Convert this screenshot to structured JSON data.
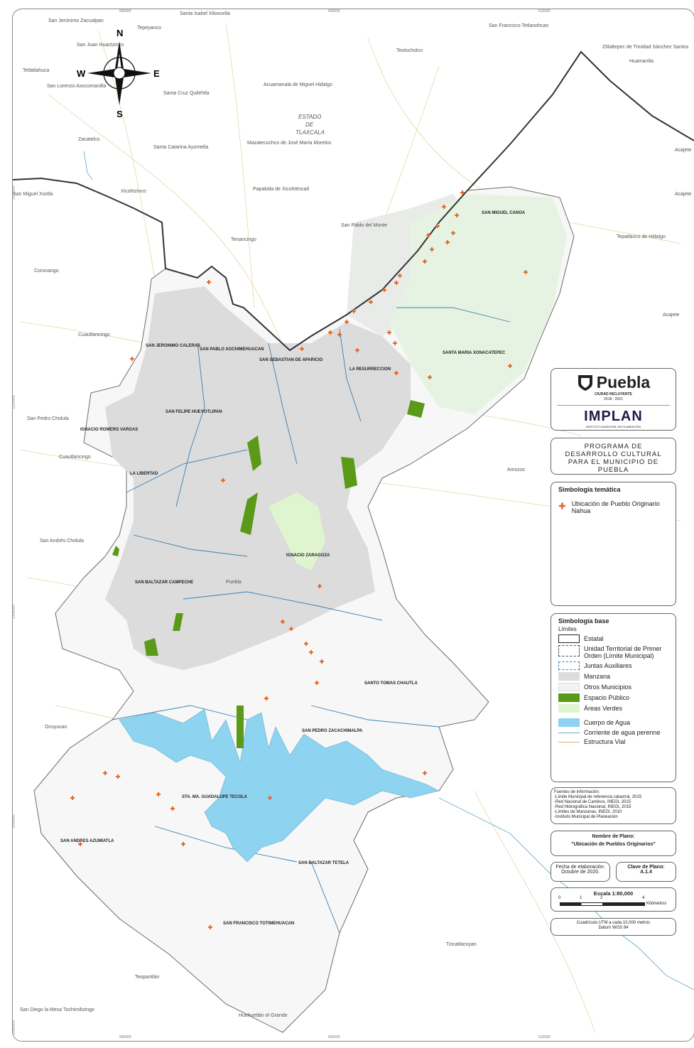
{
  "coordinates": {
    "top": [
      "590000",
      "600000",
      "610000"
    ],
    "bottom": [
      "590000",
      "600000",
      "610000"
    ],
    "left": [
      "2120000",
      "2110000",
      "2100000",
      "2090000",
      "2080000"
    ]
  },
  "north_arrow": {
    "n": "N",
    "s": "S",
    "e": "E",
    "w": "W"
  },
  "state_label": [
    "ESTADO",
    "DE",
    "TLAXCALA"
  ],
  "places": [
    {
      "name": "San Jerónimo Zacualpan"
    },
    {
      "name": "Santa Isabel Xiloxoxtla"
    },
    {
      "name": "Tepeyanco"
    },
    {
      "name": "San Francisco Tetlanohcan"
    },
    {
      "name": "Zitlaltepec de Trinidad Sánchez Santos"
    },
    {
      "name": "San Juan Huactzinco"
    },
    {
      "name": "Teolocholco"
    },
    {
      "name": "Huamantla"
    },
    {
      "name": "Tetlatlahuca"
    },
    {
      "name": "San Lorenzo Axocomanitla"
    },
    {
      "name": "Acuamanala de Miguel Hidalgo"
    },
    {
      "name": "Santa Cruz Quilehtla"
    },
    {
      "name": "Zacatelco"
    },
    {
      "name": "Santa Catarina Ayometla"
    },
    {
      "name": "Mazatecochco de José María Morelos"
    },
    {
      "name": "San Miguel Xoxtla"
    },
    {
      "name": "Xicohtzinco"
    },
    {
      "name": "Papalotla de Xicohténcatl"
    },
    {
      "name": "San Pablo del Monte"
    },
    {
      "name": "Tenancingo"
    },
    {
      "name": "Tepatlaxco de Hidalgo"
    },
    {
      "name": "Coronango"
    },
    {
      "name": "Acajete"
    },
    {
      "name": "Acajete"
    },
    {
      "name": "Acajete"
    },
    {
      "name": "Cuautlancingo"
    },
    {
      "name": "San Pedro Cholula"
    },
    {
      "name": "Cuautlancingo"
    },
    {
      "name": "Amozoc"
    },
    {
      "name": "San Andrés Cholula"
    },
    {
      "name": "Ocoyucan"
    },
    {
      "name": "Tzicatlacoyan"
    },
    {
      "name": "Teopantlán"
    },
    {
      "name": "San Diego la Mesa Tochimiltzingo"
    },
    {
      "name": "Huehuetlán el Grande"
    },
    {
      "name": "Puebla"
    }
  ],
  "juntas": [
    {
      "name": "SAN MIGUEL CANOA"
    },
    {
      "name": "SANTA MARIA XONACATEPEC"
    },
    {
      "name": "SAN JERONIMO CALERAS"
    },
    {
      "name": "SAN PABLO XOCHIMEHUACAN"
    },
    {
      "name": "SAN SEBASTIAN DE APARICIO"
    },
    {
      "name": "LA RESURRECCION"
    },
    {
      "name": "SAN FELIPE HUEYOTLIPAN"
    },
    {
      "name": "IGNACIO ROMERO VARGAS"
    },
    {
      "name": "LA LIBERTAD"
    },
    {
      "name": "IGNACIO ZARAGOZA"
    },
    {
      "name": "SAN BALTAZAR CAMPECHE"
    },
    {
      "name": "SANTO TOMAS CHAUTLA"
    },
    {
      "name": "SAN PEDRO ZACACHIMALPA"
    },
    {
      "name": "STA. MA. GUADALUPE TECOLA"
    },
    {
      "name": "SAN ANDRES AZUMIATLA"
    },
    {
      "name": "SAN BALTAZAR TETELA"
    },
    {
      "name": "SAN FRANCISCO TOTIMEHUACAN"
    }
  ],
  "logo": {
    "brand": "Puebla",
    "tagline": "CIUDAD INCLUYENTE",
    "years": "2018 - 2021",
    "agency": "IMPLAN",
    "agency_sub": "INSTITUTO MUNICIPAL DE PLANEACIÓN"
  },
  "program_title": "PROGRAMA DE DESARROLLO CULTURAL PARA EL MUNICIPIO DE PUEBLA",
  "thematic_legend": {
    "title": "Simbología temática",
    "item": "Ubicación de Pueblo Originario Nahua"
  },
  "base_legend": {
    "title": "Simbología base",
    "limits_label": "Límites",
    "items": [
      {
        "label": "Estatal"
      },
      {
        "label": "Unidad Territorial de Primer Orden (Límite Municipal)"
      },
      {
        "label": "Juntas Auxiliares"
      },
      {
        "label": "Manzana"
      },
      {
        "label": "Otros Municipios"
      },
      {
        "label": "Espacio Público"
      },
      {
        "label": "Áreas Verdes"
      },
      {
        "label": "Cuerpo de Agua"
      },
      {
        "label": "Corriente de agua perenne"
      },
      {
        "label": "Estructura Vial"
      }
    ]
  },
  "sources": {
    "title": "Fuentes de información:",
    "lines": [
      "-Límite Municipal de referencia catastral, 2015",
      "-Red Nacional de Caminos, INEGI, 2015",
      "-Red Hidrográfica Nacional, INEGI, 2015",
      "-Límites de Manzanas, INEGI, 2010",
      "-Instituto Municipal de Planeación"
    ]
  },
  "plan_name": {
    "label": "Nombre de Plano:",
    "value": "\"Ubicación de Pueblos Originarios\""
  },
  "date": {
    "label": "Fecha de elaboración:",
    "value": "Octubre de 2020."
  },
  "key": {
    "label": "Clave de Plano:",
    "value": "A.1.4"
  },
  "scale": {
    "label": "Escala 1:80,000",
    "ticks": [
      "0",
      "1",
      "2",
      "4"
    ],
    "unit": "Kilómetros"
  },
  "grid_note": {
    "line1": "Cuadrícula UTM a cada 10,000 metros",
    "line2": "Datum WGS 84"
  },
  "colors": {
    "water": "#8ed3ef",
    "public_space": "#5a9a18",
    "green_areas": "#dff5d0",
    "blocks": "#dcdcdc",
    "junta_border": "#3b7fb3",
    "marker": "#e46a2a",
    "roads": "#e0cf9a"
  }
}
